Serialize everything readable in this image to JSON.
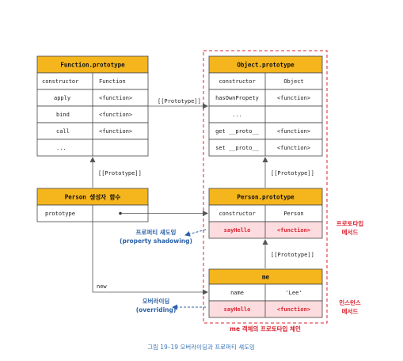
{
  "tables": {
    "function_prototype": {
      "title": "Function.prototype",
      "rows": [
        [
          "constructor",
          "Function"
        ],
        [
          "apply",
          "<function>"
        ],
        [
          "bind",
          "<function>"
        ],
        [
          "call",
          "<function>"
        ],
        [
          "...",
          ""
        ]
      ]
    },
    "object_prototype": {
      "title": "Object.prototype",
      "rows": [
        [
          "constructor",
          "Object"
        ],
        [
          "hasOwnPropety",
          "<function>"
        ],
        [
          "...",
          ""
        ],
        [
          "get __proto__",
          "<function>"
        ],
        [
          "set __proto__",
          "<function>"
        ]
      ]
    },
    "person_constructor": {
      "title": "Person 생성자 함수",
      "rows": [
        [
          "prototype",
          ""
        ]
      ]
    },
    "person_prototype": {
      "title": "Person.prototype",
      "rows": [
        [
          "constructor",
          "Person"
        ],
        [
          "sayHello",
          "<function>"
        ]
      ]
    },
    "me": {
      "title": "me",
      "rows": [
        [
          "name",
          "'Lee'"
        ],
        [
          "sayHello",
          "<function>"
        ]
      ]
    }
  },
  "labels": {
    "proto_link": "[[Prototype]]",
    "new_label": "new",
    "prototype_method_line1": "프로토타입",
    "prototype_method_line2": "메서드",
    "instance_method_line1": "인스턴스",
    "instance_method_line2": "메서드",
    "shadowing_line1": "프로퍼티 섀도잉",
    "shadowing_line2": "(property shadowing)",
    "overriding_line1": "오버라이딩",
    "overriding_line2": "(overriding)",
    "chain_label": "me 객체의 프로토타입 체인",
    "caption": "그림 19–19 오버라이딩과 프로퍼티 섀도잉"
  },
  "colors": {
    "header": "#f5b51c",
    "highlight": "#fcdcdf",
    "accent_red": "#d9232f",
    "accent_blue": "#2c62a8",
    "caption": "#3a76b8"
  }
}
